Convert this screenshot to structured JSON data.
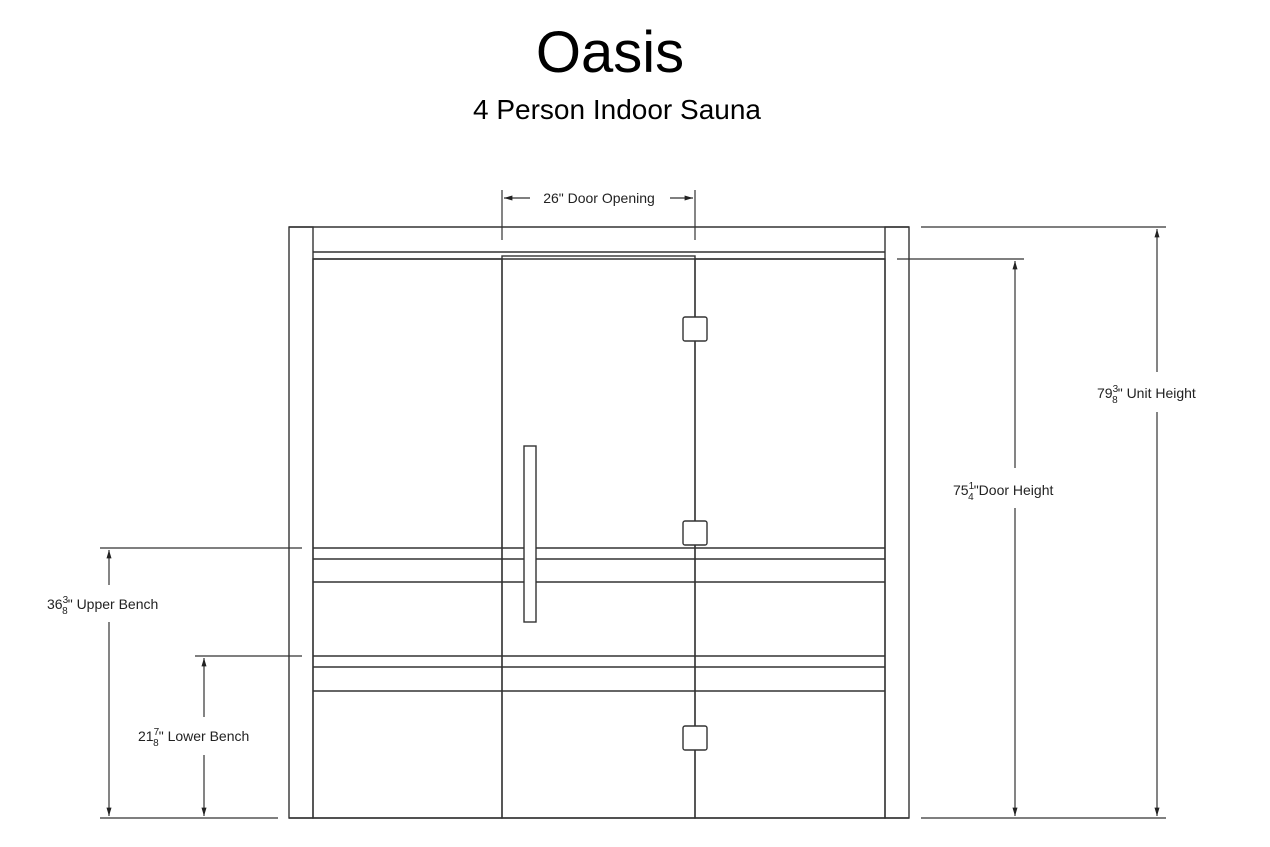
{
  "title": "Oasis",
  "subtitle": "4 Person Indoor Sauna",
  "dimensions": {
    "door_opening": {
      "label": "26\" Door Opening"
    },
    "unit_height": {
      "whole": "79",
      "num": "3",
      "den": "8",
      "suffix": "\" Unit Height"
    },
    "door_height": {
      "whole": "75",
      "num": "1",
      "den": "4",
      "suffix": "\"Door Height"
    },
    "upper_bench": {
      "whole": "36",
      "num": "3",
      "den": "8",
      "suffix": "\" Upper Bench"
    },
    "lower_bench": {
      "whole": "21",
      "num": "7",
      "den": "8",
      "suffix": "\" Lower Bench"
    }
  },
  "colors": {
    "line": "#333333",
    "text": "#000000"
  }
}
